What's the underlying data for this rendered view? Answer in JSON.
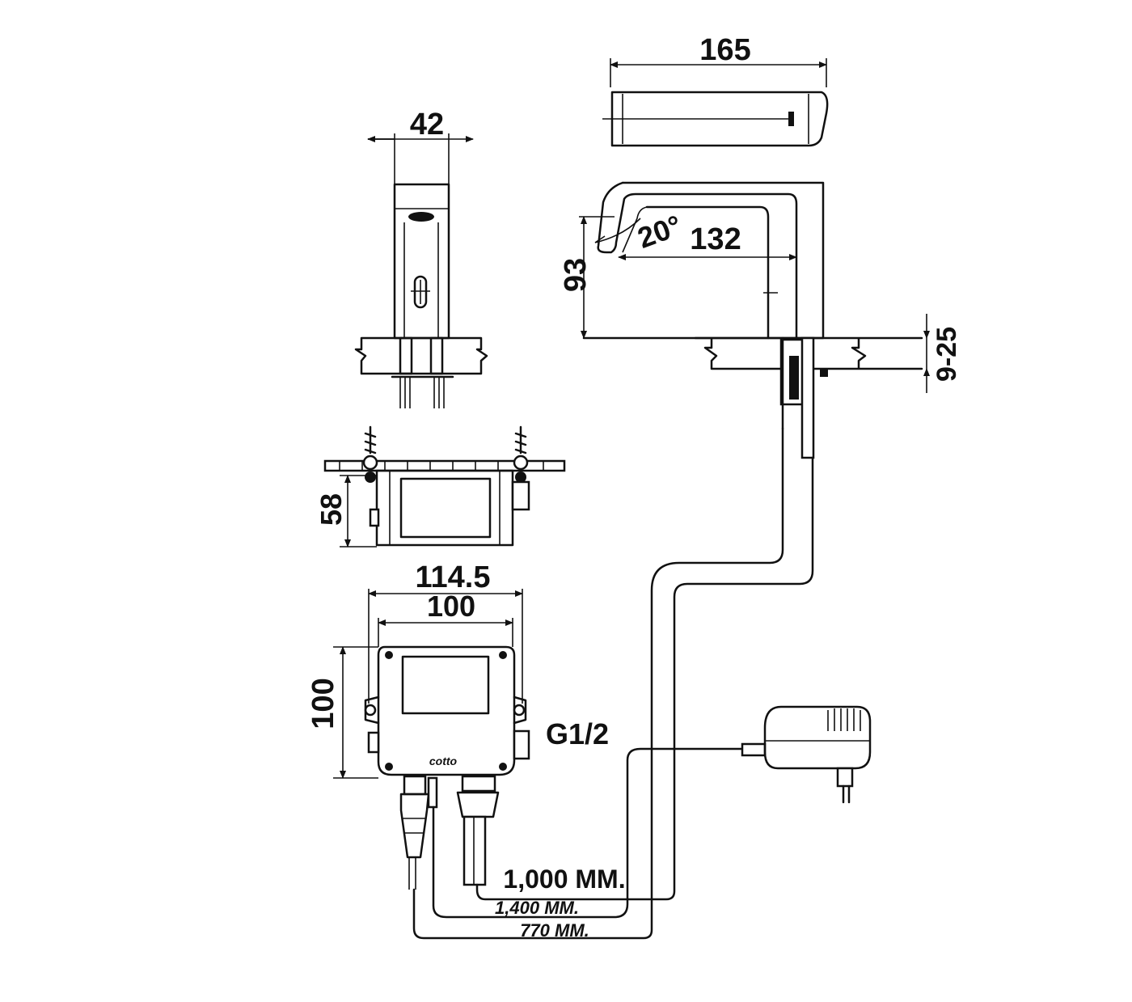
{
  "dimensions": {
    "faucet_length": "165",
    "faucet_width": "42",
    "spout_angle": "20°",
    "spout_reach": "132",
    "faucet_height": "93",
    "counter_thickness": "9-25",
    "control_box_depth": "58",
    "control_box_outer_width": "114.5",
    "control_box_inner_width": "100",
    "control_box_height": "100",
    "inlet_thread": "G1/2",
    "cable_length_1": "1,000 MM.",
    "cable_length_2": "1,400 MM.",
    "cable_length_3": "770 MM."
  },
  "brand_mark": "cotto"
}
